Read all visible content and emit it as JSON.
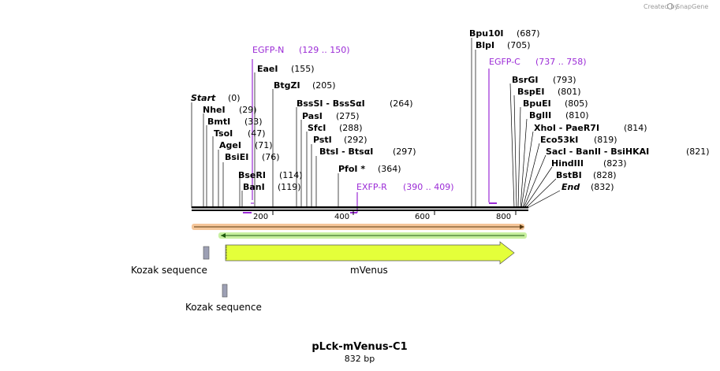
{
  "credit": {
    "prefix": "Created by",
    "brand": "SnapGene"
  },
  "title": "pLck-mVenus-C1",
  "length_label": "832 bp",
  "length_bp": 832,
  "colors": {
    "primer": "#9b2bd6",
    "feature_fill": "#e4ff3a",
    "ruler": "#000000",
    "orf_outer": "#f5c69a",
    "orf_inner": "#c8f0a0"
  },
  "sites": [
    {
      "name": "Bpu10I",
      "pos": "(687)",
      "bp": 687
    },
    {
      "name": "BlpI",
      "pos": "(705)",
      "bp": 705
    },
    {
      "name": "EaeI",
      "pos": "(155)",
      "bp": 155
    },
    {
      "name": "BtgZI",
      "pos": "(205)",
      "bp": 205
    },
    {
      "name": "Start",
      "pos": "(0)",
      "bp": 0,
      "italic": true
    },
    {
      "name": "NheI",
      "pos": "(29)",
      "bp": 29
    },
    {
      "name": "BssSI  -  BssSαI",
      "pos": "(264)",
      "bp": 264
    },
    {
      "name": "BmtI",
      "pos": "(33)",
      "bp": 33
    },
    {
      "name": "PasI",
      "pos": "(275)",
      "bp": 275
    },
    {
      "name": "TsoI",
      "pos": "(47)",
      "bp": 47
    },
    {
      "name": "SfcI",
      "pos": "(288)",
      "bp": 288
    },
    {
      "name": "AgeI",
      "pos": "(71)",
      "bp": 71
    },
    {
      "name": "PstI",
      "pos": "(292)",
      "bp": 292
    },
    {
      "name": "BsiEI",
      "pos": "(76)",
      "bp": 76
    },
    {
      "name": "BtsI  -  BtsαI",
      "pos": "(297)",
      "bp": 297
    },
    {
      "name": "PfoI *",
      "pos": "(364)",
      "bp": 364
    },
    {
      "name": "BseRI",
      "pos": "(114)",
      "bp": 114
    },
    {
      "name": "BanI",
      "pos": "(119)",
      "bp": 119
    },
    {
      "name": "BsrGI",
      "pos": "(793)",
      "bp": 793
    },
    {
      "name": "BspEI",
      "pos": "(801)",
      "bp": 801
    },
    {
      "name": "BpuEI",
      "pos": "(805)",
      "bp": 805
    },
    {
      "name": "BglII",
      "pos": "(810)",
      "bp": 810
    },
    {
      "name": "XhoI  -  PaeR7I",
      "pos": "(814)",
      "bp": 814
    },
    {
      "name": "Eco53kI",
      "pos": "(819)",
      "bp": 819
    },
    {
      "name": "SacI  -  BanII  -  BsiHKAI",
      "pos": "(821)",
      "bp": 821
    },
    {
      "name": "HindIII",
      "pos": "(823)",
      "bp": 823
    },
    {
      "name": "BstBI",
      "pos": "(828)",
      "bp": 828
    },
    {
      "name": "End",
      "pos": "(832)",
      "bp": 832,
      "italic": true
    }
  ],
  "primers": [
    {
      "name": "EGFP-N",
      "range": "(129 .. 150)"
    },
    {
      "name": "EGFP-C",
      "range": "(737 .. 758)"
    },
    {
      "name": "EXFP-R",
      "range": "(390 .. 409)"
    }
  ],
  "ruler_ticks": [
    "200",
    "400",
    "600",
    "800"
  ],
  "features": [
    {
      "name": "Kozak sequence"
    },
    {
      "name": "mVenus"
    },
    {
      "name": "Kozak sequence"
    }
  ]
}
